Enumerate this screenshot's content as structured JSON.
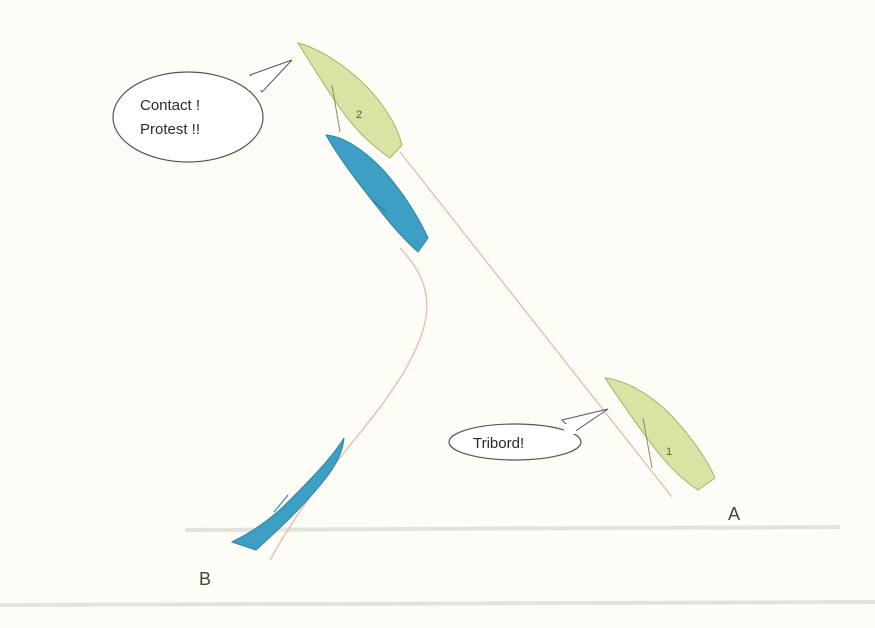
{
  "bubbles": {
    "contact_line1": "Contact !",
    "contact_line2": "Protest !!",
    "tribord": "Tribord!"
  },
  "boats": {
    "a_pos1_number": "1",
    "a_pos2_number": "2"
  },
  "labels": {
    "point_a": "A",
    "point_b": "B"
  },
  "colors": {
    "boat_a_fill": "#dbe3a4",
    "boat_b_fill": "#3d9fc4",
    "track_line": "#e8b9a8",
    "background": "#fdfcf7"
  }
}
